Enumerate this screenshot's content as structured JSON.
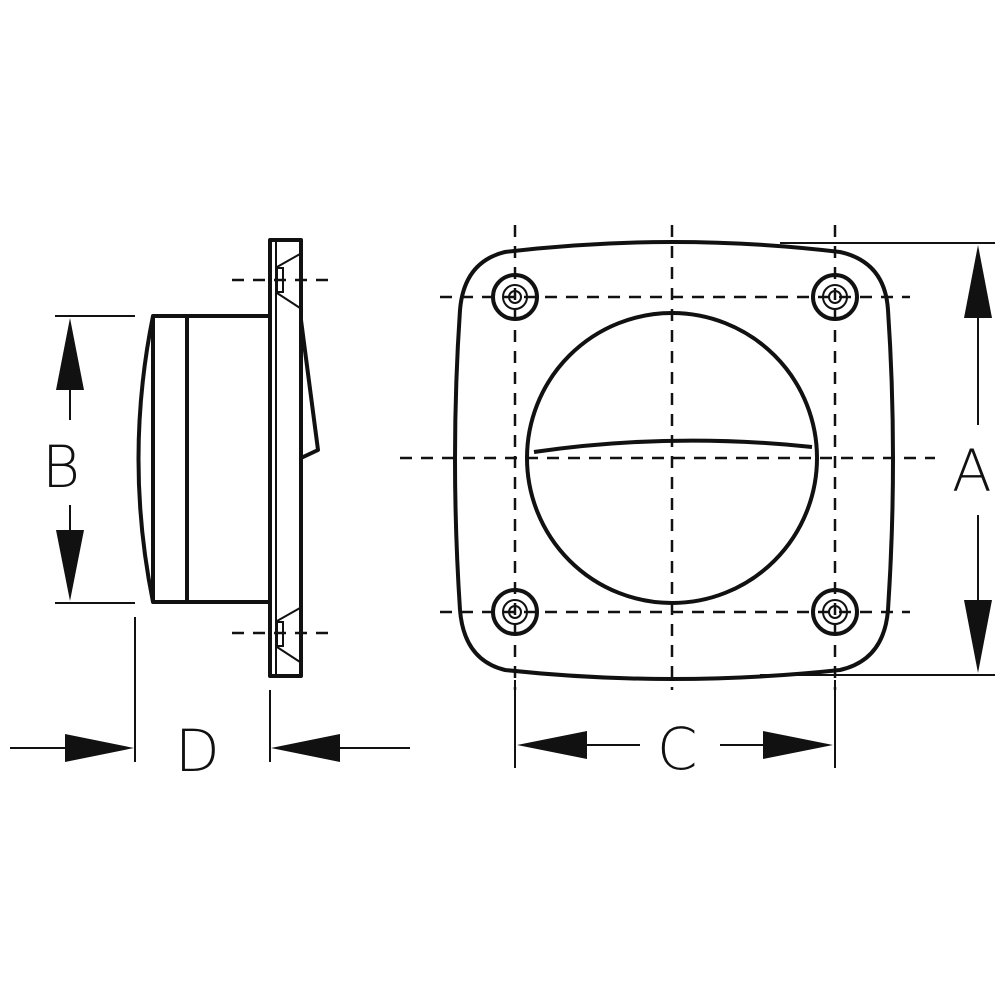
{
  "dimension_labels": {
    "a": "A",
    "b": "B",
    "c": "C",
    "d": "D"
  },
  "colors": {
    "line": "#111111",
    "background": "#ffffff"
  }
}
